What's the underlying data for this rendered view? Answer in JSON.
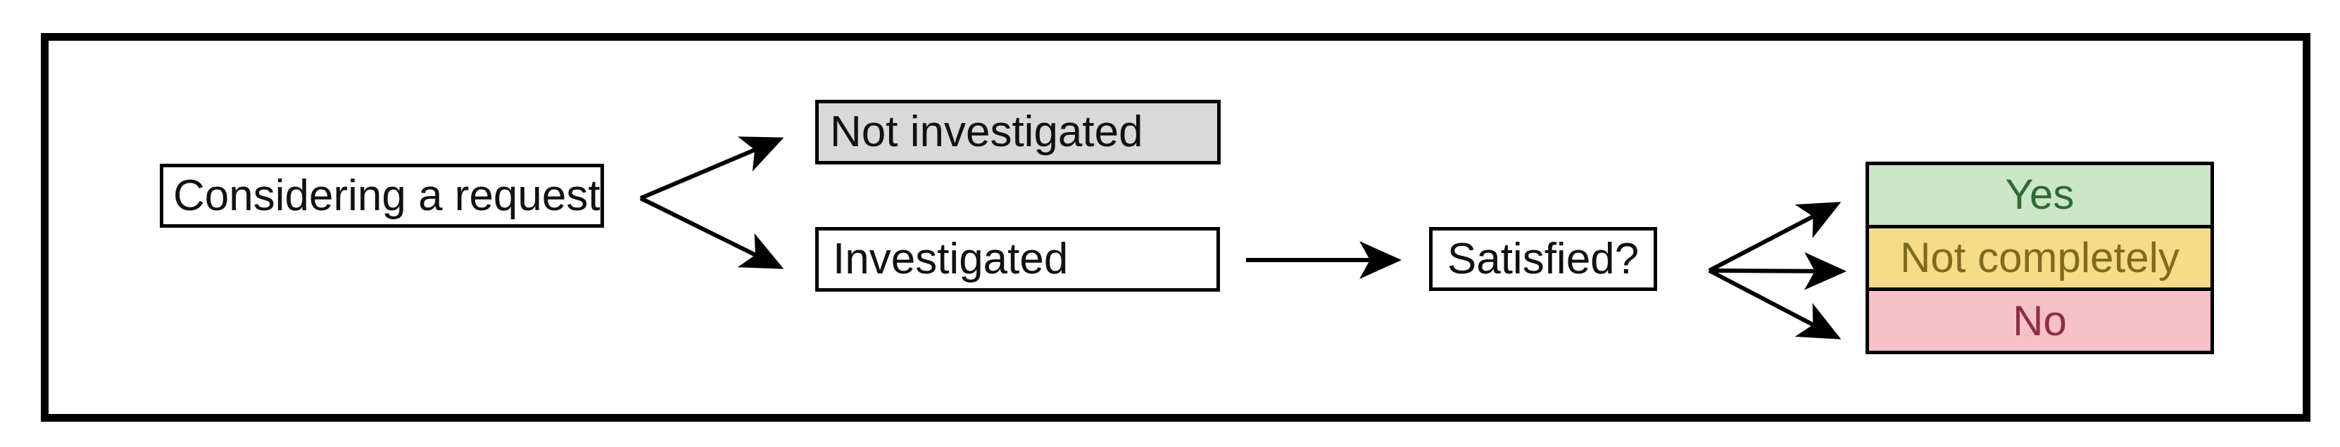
{
  "diagram": {
    "nodes": {
      "considering": "Considering a request",
      "not_investigated": "Not investigated",
      "investigated": "Investigated",
      "satisfied": "Satisfied?",
      "outcome_yes": "Yes",
      "outcome_not_completely": "Not completely",
      "outcome_no": "No"
    },
    "colors": {
      "frame_border": "#000000",
      "box_border": "#000000",
      "arrow": "#000000",
      "not_investigated_fill": "#d9d9d9",
      "yes_fill": "#cbe7c6",
      "yes_text": "#2e6b35",
      "not_completely_fill": "#f6dc87",
      "not_completely_text": "#7e6b1e",
      "no_fill": "#f7c0c9",
      "no_text": "#8c3040",
      "default_text": "#111111",
      "background": "#ffffff"
    }
  }
}
